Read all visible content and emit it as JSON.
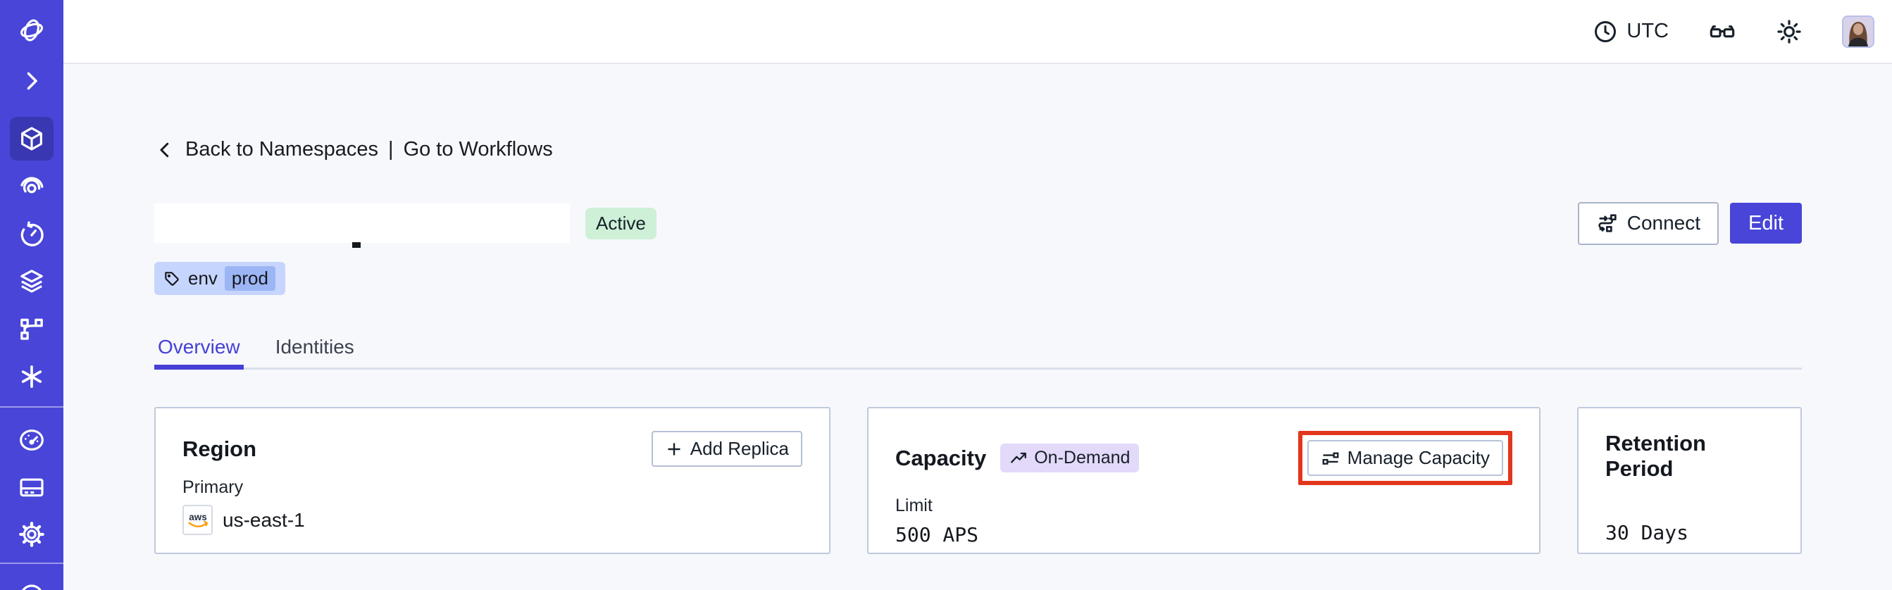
{
  "topbar": {
    "timezone_label": "UTC",
    "icons": [
      "clock-icon",
      "glasses-icon",
      "sun-icon",
      "avatar"
    ]
  },
  "sidebar": {
    "icons": [
      "temporal-logo",
      "chevron-right-icon",
      "namespaces-cube-icon",
      "workflows-spiral-icon",
      "schedules-clock-icon",
      "layers-icon",
      "branch-icon",
      "nexus-asterisk-icon",
      "usage-gauge-icon",
      "billing-card-icon",
      "settings-gear-icon",
      "support-circle-icon"
    ],
    "active_item": "namespaces"
  },
  "breadcrumb": {
    "back_label": "Back to Namespaces",
    "separator": "|",
    "forward_label": "Go to Workflows"
  },
  "header": {
    "status_badge": "Active",
    "tag": {
      "key": "env",
      "value": "prod"
    },
    "connect_label": "Connect",
    "edit_label": "Edit"
  },
  "tabs": [
    {
      "label": "Overview",
      "active": true
    },
    {
      "label": "Identities",
      "active": false
    }
  ],
  "cards": {
    "region": {
      "title": "Region",
      "add_replica_label": "Add Replica",
      "primary_label": "Primary",
      "provider": "aws",
      "region_value": "us-east-1"
    },
    "capacity": {
      "title": "Capacity",
      "badge_label": "On-Demand",
      "manage_label": "Manage Capacity",
      "limit_label": "Limit",
      "limit_value": "500 APS"
    },
    "retention": {
      "title": "Retention Period",
      "value": "30 Days"
    }
  },
  "colors": {
    "sidebar": "#4845d8",
    "sidebar_active": "#3a37b2",
    "accent": "#4540d6",
    "status_badge_bg": "#cdf0d6",
    "tag_bg": "#c6d5fd",
    "tag_inner_bg": "#9cb6f5",
    "ondemand_bg": "#e3d9f9",
    "highlight_red": "#e2371d",
    "card_border": "#bfcadd",
    "content_bg": "#f7f8fb"
  }
}
